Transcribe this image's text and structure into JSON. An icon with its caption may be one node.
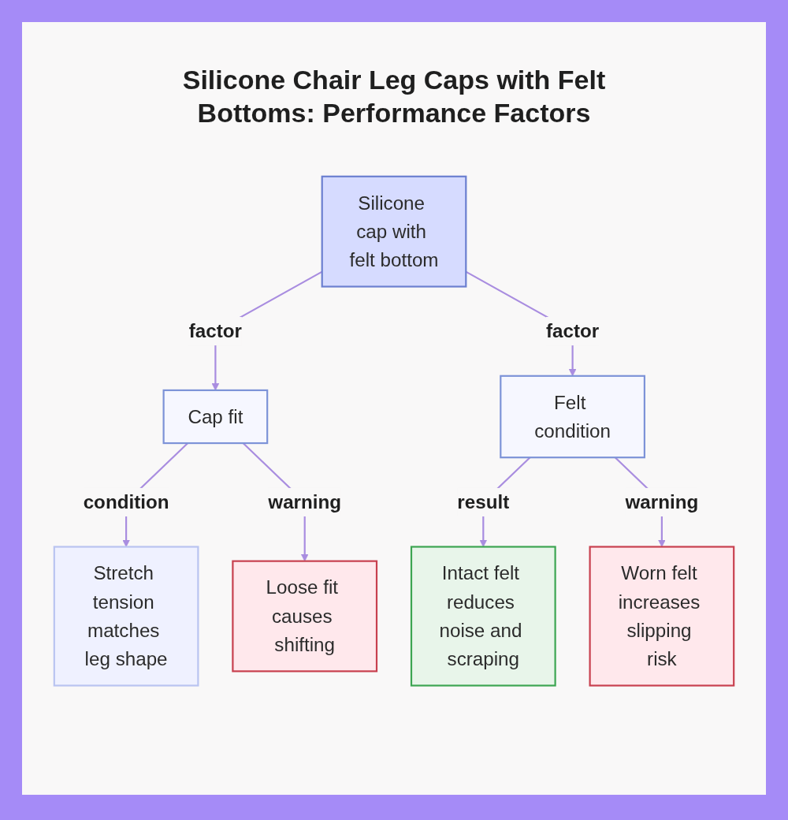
{
  "diagram": {
    "title": "Silicone Chair Leg Caps with Felt Bottoms: Performance Factors",
    "nodes": [
      {
        "text": [
          "Silicone cap with felt bottom"
        ]
      },
      {
        "text": [
          "Cap fit"
        ]
      },
      {
        "text": [
          "Felt condition"
        ]
      },
      {
        "text": [
          "Stretch tension matches leg shape"
        ]
      },
      {
        "text": [
          "Loose fit causes shifting"
        ]
      },
      {
        "text": [
          "Intact felt reduces noise and scraping"
        ]
      },
      {
        "text": [
          "Worn felt increases slipping risk"
        ]
      }
    ],
    "edges": [
      {
        "from": 0,
        "to": 1,
        "arrow": "to",
        "label": "factor"
      },
      {
        "from": 0,
        "to": 2,
        "arrow": "to",
        "label": "factor"
      },
      {
        "from": 1,
        "to": 3,
        "arrow": "to",
        "label": "condition"
      },
      {
        "from": 1,
        "to": 4,
        "arrow": "to",
        "label": "warning"
      },
      {
        "from": 2,
        "to": 5,
        "arrow": "to",
        "label": "result"
      },
      {
        "from": 2,
        "to": 6,
        "arrow": "to",
        "label": "warning"
      }
    ]
  }
}
